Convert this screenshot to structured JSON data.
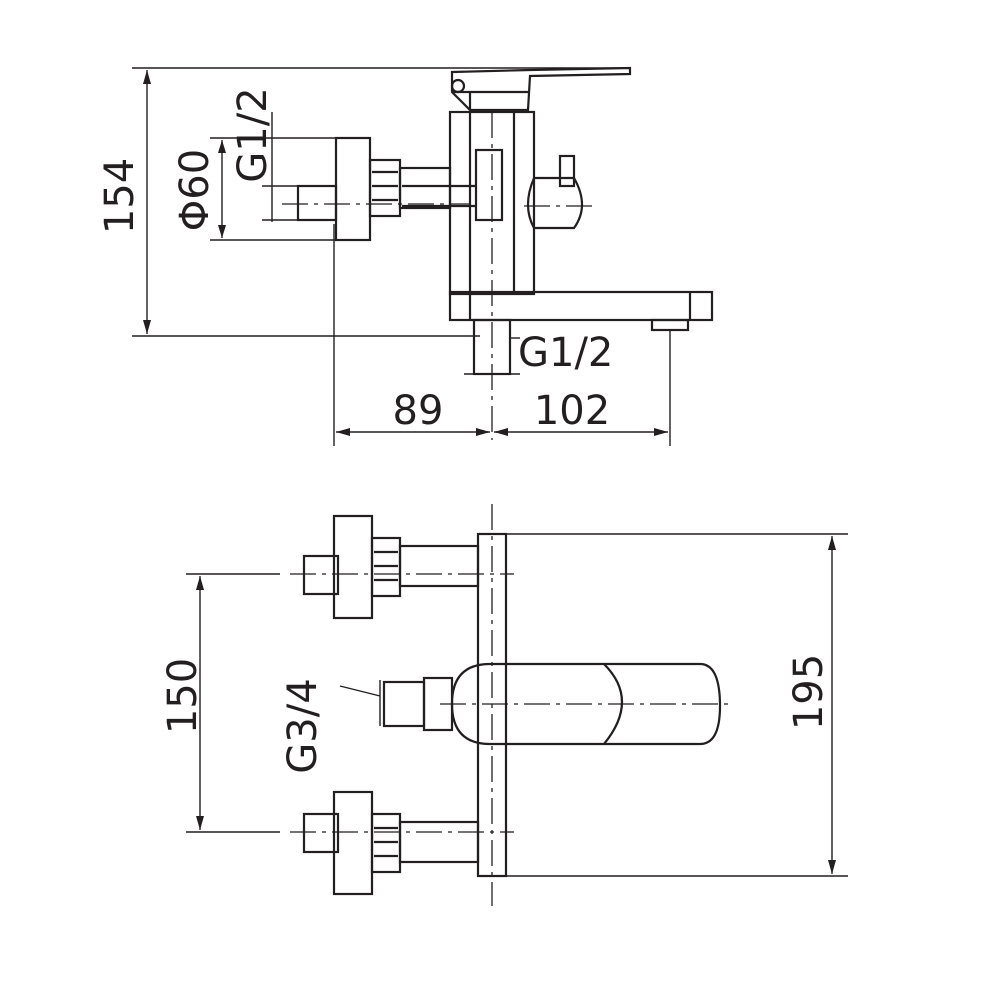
{
  "side_view": {
    "dim_height": "154",
    "dim_body_dia": "Φ60",
    "dim_inlet_thread": "G1/2",
    "dim_outlet_thread": "G1/2",
    "dim_left_depth": "89",
    "dim_right_reach": "102"
  },
  "top_view": {
    "dim_inlet_spacing": "150",
    "dim_outlet_thread": "G3/4",
    "dim_body_width": "195"
  }
}
